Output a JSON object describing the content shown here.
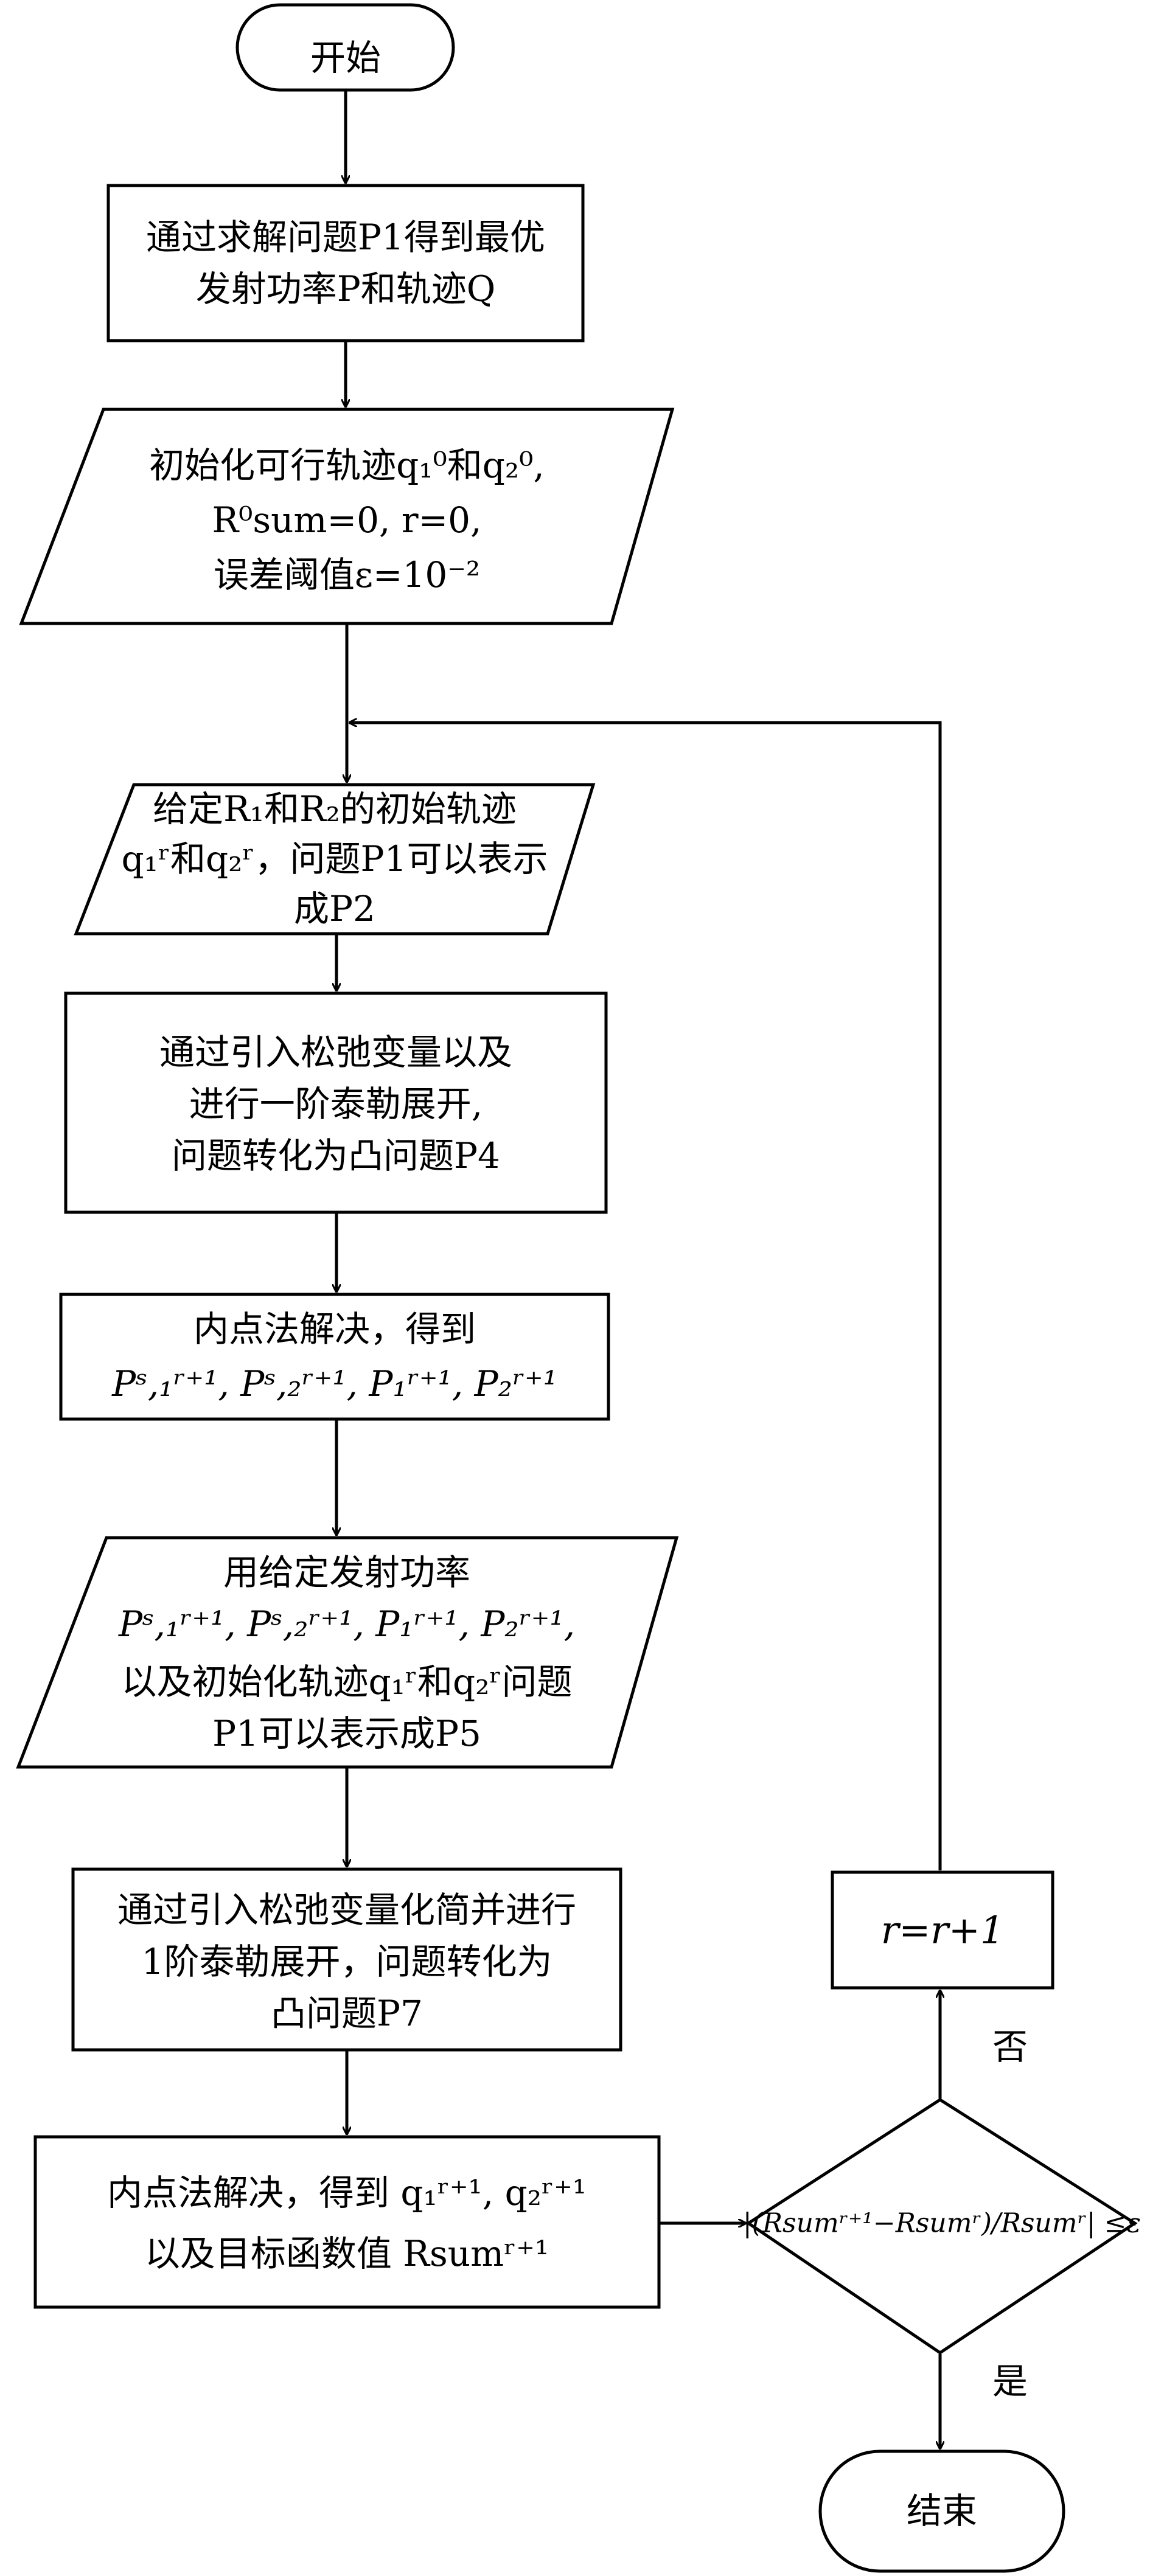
{
  "nodes": {
    "start": "开始",
    "step1_line1": "通过求解问题P1得到最优",
    "step1_line2": "发射功率P和轨迹Q",
    "init_line1": "初始化可行轨迹q₁⁰和q₂⁰,",
    "init_line2": "R⁰sum=0, r=0,",
    "init_line3": "误差阈值ε=10⁻²",
    "given_line1": "给定R₁和R₂的初始轨迹",
    "given_line2": "q₁ʳ和q₂ʳ，问题P1可以表示",
    "given_line3": "成P2",
    "relax1_line1": "通过引入松弛变量以及",
    "relax1_line2": "进行一阶泰勒展开,",
    "relax1_line3": "问题转化为凸问题P4",
    "solve1_line1": "内点法解决，得到",
    "solve1_line2": "Pˢ,₁ʳ⁺¹, Pˢ,₂ʳ⁺¹, P₁ʳ⁺¹, P₂ʳ⁺¹",
    "power_line1": "用给定发射功率",
    "power_line2": "Pˢ,₁ʳ⁺¹, Pˢ,₂ʳ⁺¹, P₁ʳ⁺¹, P₂ʳ⁺¹,",
    "power_line3": "以及初始化轨迹q₁ʳ和q₂ʳ问题",
    "power_line4": "P1可以表示成P5",
    "relax2_line1": "通过引入松弛变量化简并进行",
    "relax2_line2": "1阶泰勒展开，问题转化为",
    "relax2_line3": "凸问题P7",
    "solve2_line1": "内点法解决，得到 q₁ʳ⁺¹, q₂ʳ⁺¹",
    "solve2_line2": "以及目标函数值 Rsumʳ⁺¹",
    "decision": "|(Rsumʳ⁺¹−Rsumʳ)/Rsumʳ| ≤ε",
    "increment": "r=r+1",
    "end": "结束"
  },
  "edge_labels": {
    "no": "否",
    "yes": "是"
  }
}
